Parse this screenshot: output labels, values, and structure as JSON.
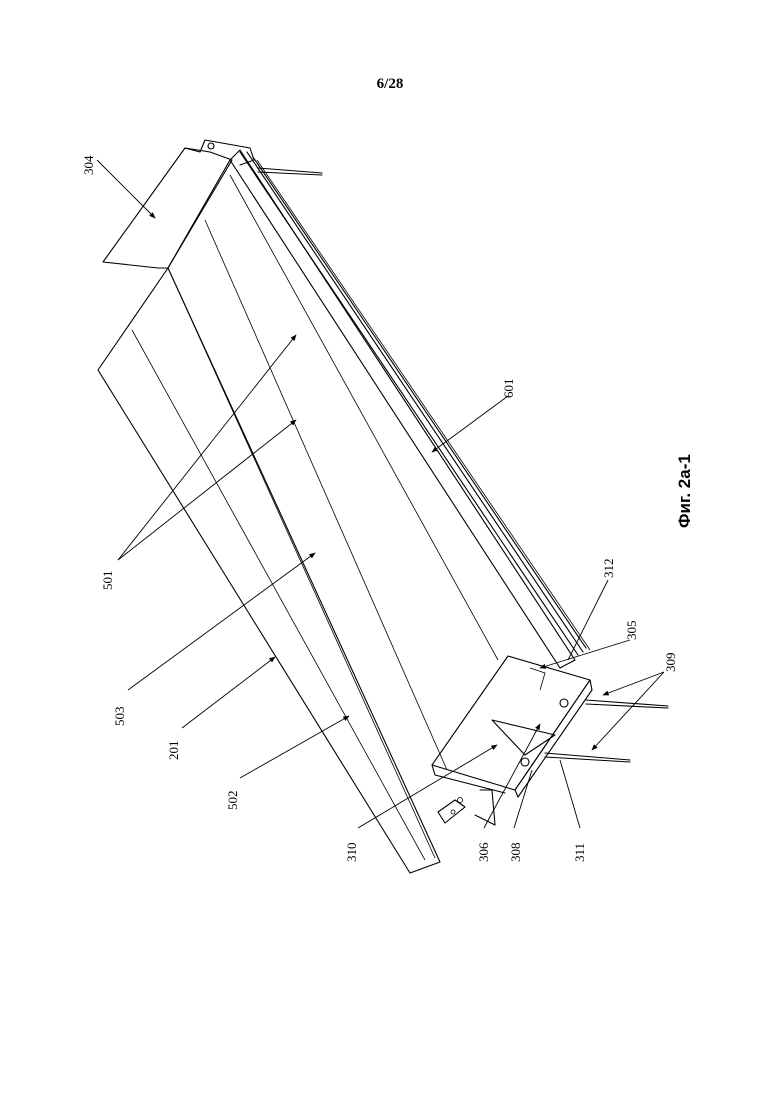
{
  "page_number": "6/28",
  "caption": "Фиг. 2а-1",
  "labels": {
    "l304": "304",
    "l601": "601",
    "l501": "501",
    "l503": "503",
    "l201": "201",
    "l502": "502",
    "l310": "310",
    "l306": "306",
    "l308": "308",
    "l311": "311",
    "l312": "312",
    "l305": "305",
    "l309": "309"
  }
}
